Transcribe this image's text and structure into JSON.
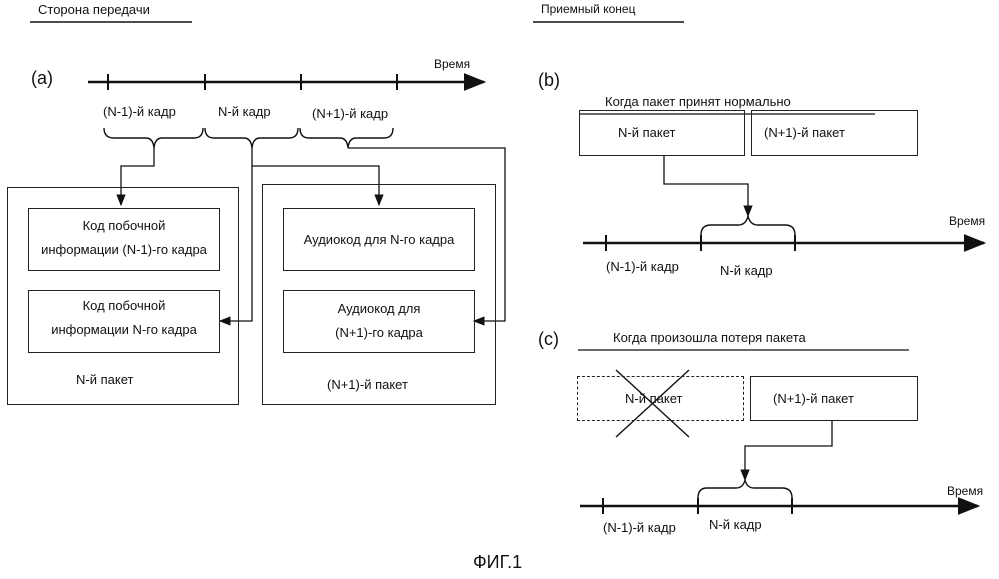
{
  "headers": {
    "transmit_side": "Сторона передачи",
    "receive_side": "Приемный конец"
  },
  "panel_a": {
    "label": "(a)",
    "time_label": "Время",
    "frames": [
      "(N-1)-й кадр",
      "N-й кадр",
      "(N+1)-й кадр"
    ],
    "packet_left": {
      "name": "N-й пакет",
      "box1_lines": [
        "Код побочной",
        "информации (N-1)-го кадра"
      ],
      "box2_lines": [
        "Код побочной",
        "информации N-го кадра"
      ]
    },
    "packet_right": {
      "name": "(N+1)-й пакет",
      "box1_lines": [
        "Аудиокод для N-го кадра"
      ],
      "box2_lines": [
        "Аудиокод для",
        "(N+1)-го кадра"
      ]
    }
  },
  "panel_b": {
    "label": "(b)",
    "title": "Когда пакет принят нормально",
    "packet_n": "N-й пакет",
    "packet_n1": "(N+1)-й пакет",
    "time_label": "Время",
    "frames": [
      "(N-1)-й кадр",
      "N-й кадр"
    ]
  },
  "panel_c": {
    "label": "(c)",
    "title": "Когда произошла потеря пакета",
    "packet_n": "N-й пакет",
    "packet_n1": "(N+1)-й пакет",
    "time_label": "Время",
    "frames": [
      "(N-1)-й кадр",
      "N-й кадр"
    ]
  },
  "caption": "ФИГ.1"
}
